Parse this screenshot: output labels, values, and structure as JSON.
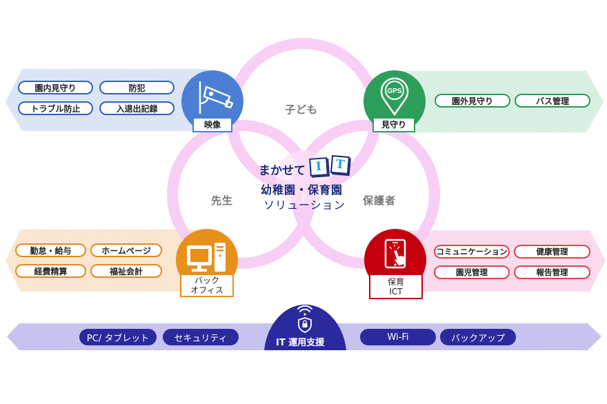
{
  "center": {
    "title_line1": "まかせて",
    "it_letters": [
      "I",
      "T"
    ],
    "title_line2": "幼稚園・保育園",
    "title_line3": "ソリューション"
  },
  "stakeholders": {
    "top": "子ども",
    "left": "先生",
    "right": "保護者"
  },
  "categories": {
    "video": {
      "label": "映像",
      "icon": "security-camera-icon",
      "color": "#4a7fd4",
      "items": [
        "園内見守り",
        "防犯",
        "トラブル防止",
        "入退出記録"
      ]
    },
    "watch": {
      "label": "見守り",
      "icon": "gps-pin-icon",
      "icon_text": "GPS",
      "color": "#2e9e5b",
      "items": [
        "園外見守り",
        "バス管理"
      ]
    },
    "backoffice": {
      "label_line1": "バック",
      "label_line2": "オフィス",
      "icon": "desktop-computer-icon",
      "color": "#e8901c",
      "items": [
        "勤怠・給与",
        "ホームページ",
        "経費精算",
        "福祉会計"
      ]
    },
    "childcare_ict": {
      "label_line1": "保育",
      "label_line2": "ICT",
      "icon": "tablet-touch-icon",
      "color": "#c4000e",
      "items": [
        "コミュニケーション",
        "健康管理",
        "園児管理",
        "報告管理"
      ]
    },
    "it_support": {
      "label": "IT 運用支援",
      "icons": [
        "wifi-icon",
        "shield-lock-icon"
      ],
      "color": "#2b2a9c",
      "items": [
        "PC/ タブレット",
        "セキュリティ",
        "Wi-Fi",
        "バックアップ"
      ]
    }
  }
}
